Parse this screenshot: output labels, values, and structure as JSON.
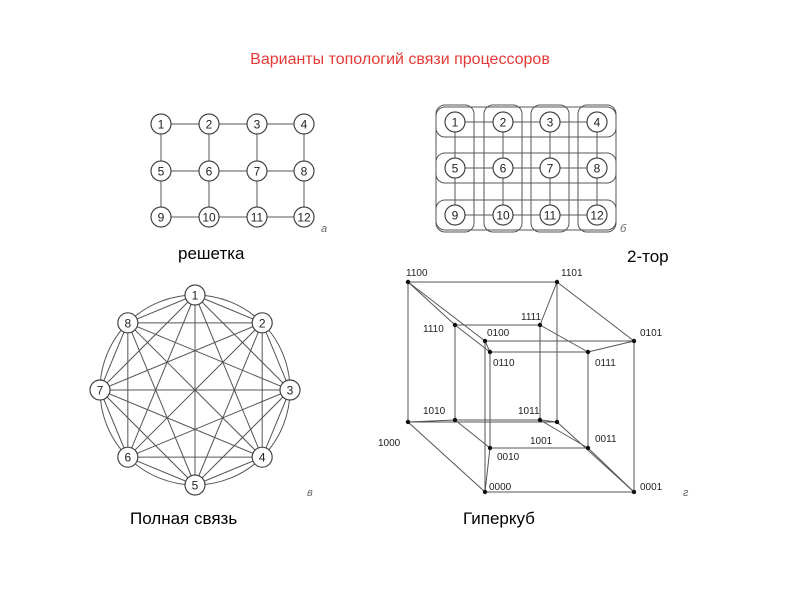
{
  "title": "Варианты топологий связи процессоров",
  "title_color": "#e53935",
  "captions": {
    "grid": "решетка",
    "torus": "2-тор",
    "full": "Полная связь",
    "hypercube": "Гиперкуб"
  },
  "panel_letters": {
    "a": "а",
    "b": "б",
    "c": "в",
    "d": "г"
  },
  "grid_nodes": [
    "1",
    "2",
    "3",
    "4",
    "5",
    "6",
    "7",
    "8",
    "9",
    "10",
    "11",
    "12"
  ],
  "torus_nodes": [
    "1",
    "2",
    "3",
    "4",
    "5",
    "6",
    "7",
    "8",
    "9",
    "10",
    "11",
    "12"
  ],
  "full_nodes": [
    "1",
    "2",
    "3",
    "4",
    "5",
    "6",
    "7",
    "8"
  ],
  "hypercube_labels": {
    "v1100": "1100",
    "v1101": "1101",
    "v1111": "1111",
    "v1110": "1110",
    "v0100": "0100",
    "v0110": "0110",
    "v0101": "0101",
    "v0111": "0111",
    "v1010": "1010",
    "v1011": "1011",
    "v1000": "1000",
    "v1001": "1001",
    "v0011": "0011",
    "v0010": "0010",
    "v0000": "0000",
    "v0001": "0001"
  }
}
